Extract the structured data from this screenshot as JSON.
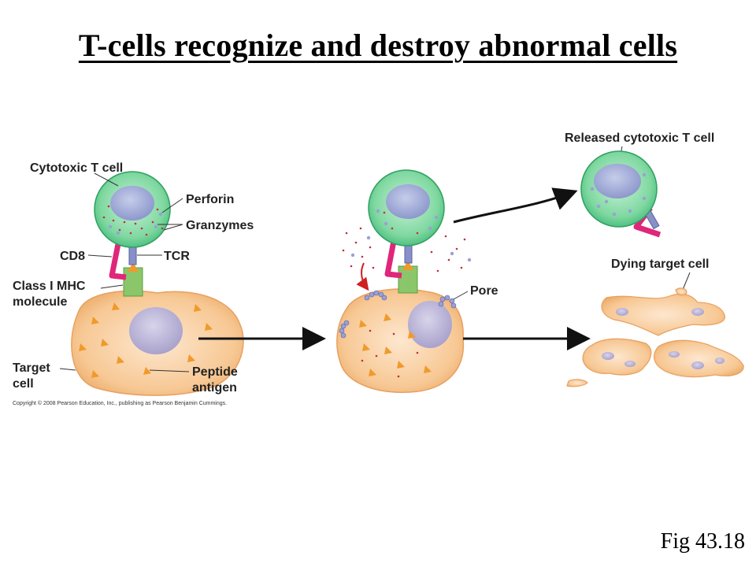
{
  "title": "T-cells recognize and destroy abnormal cells",
  "figure_label": "Fig 43.18",
  "labels": {
    "cytotoxic_t_cell": "Cytotoxic T cell",
    "perforin": "Perforin",
    "granzymes": "Granzymes",
    "cd8": "CD8",
    "tcr": "TCR",
    "class_mhc_1": "Class I MHC",
    "class_mhc_2": "molecule",
    "target_cell_1": "Target",
    "target_cell_2": "cell",
    "peptide_1": "Peptide",
    "peptide_2": "antigen",
    "pore": "Pore",
    "released_t_cell": "Released cytotoxic T cell",
    "dying_target_cell": "Dying target cell"
  },
  "copyright": "Copyright © 2008 Pearson Education, Inc., publishing as Pearson Benjamin Cummings.",
  "colors": {
    "t_cell": "#7fd8a0",
    "t_cell_nucleus": "#9ca9d6",
    "target_cell": "#f6c48e",
    "target_nucleus": "#b9b4d6",
    "cd8": "#e0267a",
    "mhc": "#8cc66a",
    "antigen": "#f09a2a",
    "granzyme_dot": "#c0303a",
    "perforin_dot": "#9aa0d8"
  }
}
